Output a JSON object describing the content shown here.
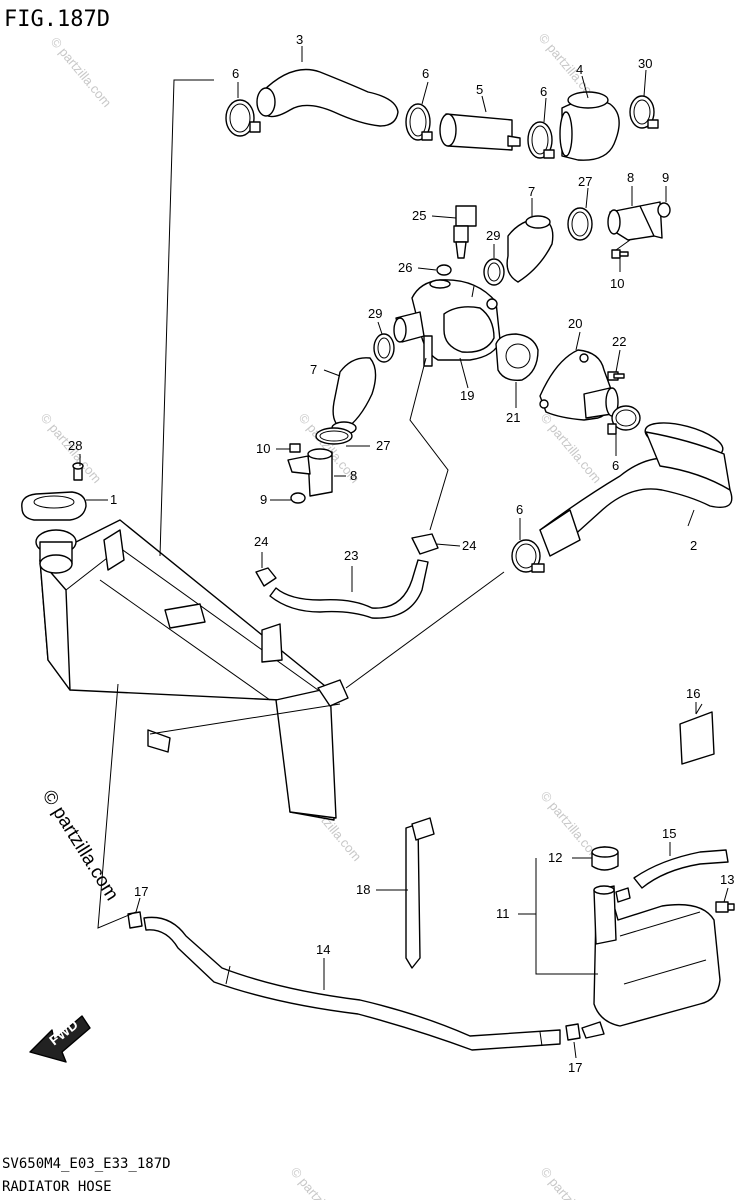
{
  "figure": {
    "title": "FIG.187D",
    "model_code": "SV650M4_E03_E33_187D",
    "caption": "RADIATOR HOSE"
  },
  "watermark": {
    "text": "© partzilla.com",
    "text_large": "© partzilla.com"
  },
  "fwd_label": "FWD",
  "callouts": {
    "c1": "1",
    "c2": "2",
    "c3": "3",
    "c4": "4",
    "c5": "5",
    "c6a": "6",
    "c6b": "6",
    "c6c": "6",
    "c6d": "6",
    "c6e": "6",
    "c7a": "7",
    "c7b": "7",
    "c8a": "8",
    "c8b": "8",
    "c9a": "9",
    "c9b": "9",
    "c10a": "10",
    "c10b": "10",
    "c11": "11",
    "c12": "12",
    "c13": "13",
    "c14": "14",
    "c15": "15",
    "c16": "16",
    "c17a": "17",
    "c17b": "17",
    "c18": "18",
    "c19": "19",
    "c20": "20",
    "c21": "21",
    "c22": "22",
    "c23": "23",
    "c24a": "24",
    "c24b": "24",
    "c25": "25",
    "c26": "26",
    "c27a": "27",
    "c27b": "27",
    "c28": "28",
    "c29a": "29",
    "c29b": "29",
    "c30": "30"
  }
}
